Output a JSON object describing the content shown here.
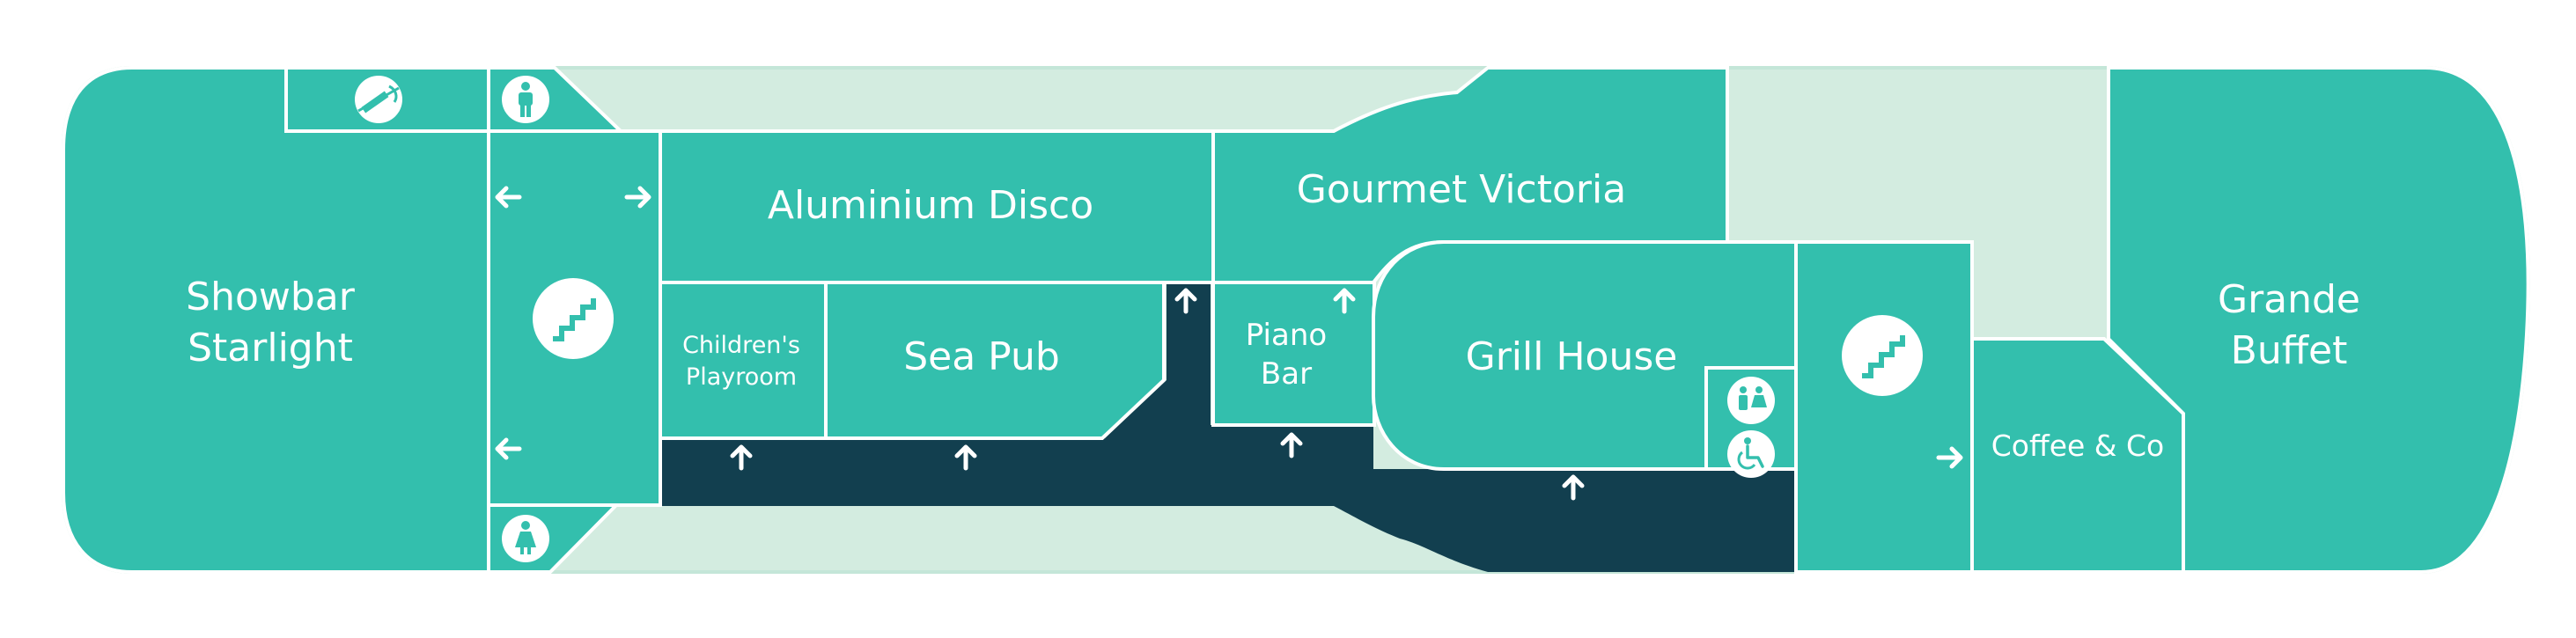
{
  "colors": {
    "hull": "#d3ece0",
    "room": "#33bfad",
    "corridor": "#123f4f",
    "line": "#ffffff",
    "icon_glyph": "#33bfad"
  },
  "rooms": {
    "showbar": {
      "line1": "Showbar",
      "line2": "Starlight"
    },
    "disco": {
      "label": "Aluminium Disco"
    },
    "gourmet": {
      "label": "Gourmet Victoria"
    },
    "playroom": {
      "line1": "Children's",
      "line2": "Playroom"
    },
    "seapub": {
      "label": "Sea Pub"
    },
    "piano": {
      "line1": "Piano",
      "line2": "Bar"
    },
    "grill": {
      "label": "Grill House"
    },
    "coffee": {
      "label": "Coffee & Co"
    },
    "buffet": {
      "line1": "Grande",
      "line2": "Buffet"
    }
  },
  "icons": [
    "no-smoking-icon",
    "male-toilet-icon",
    "female-toilet-icon",
    "stairs-icon",
    "stairs-icon",
    "toilets-icon",
    "accessible-toilet-icon"
  ]
}
